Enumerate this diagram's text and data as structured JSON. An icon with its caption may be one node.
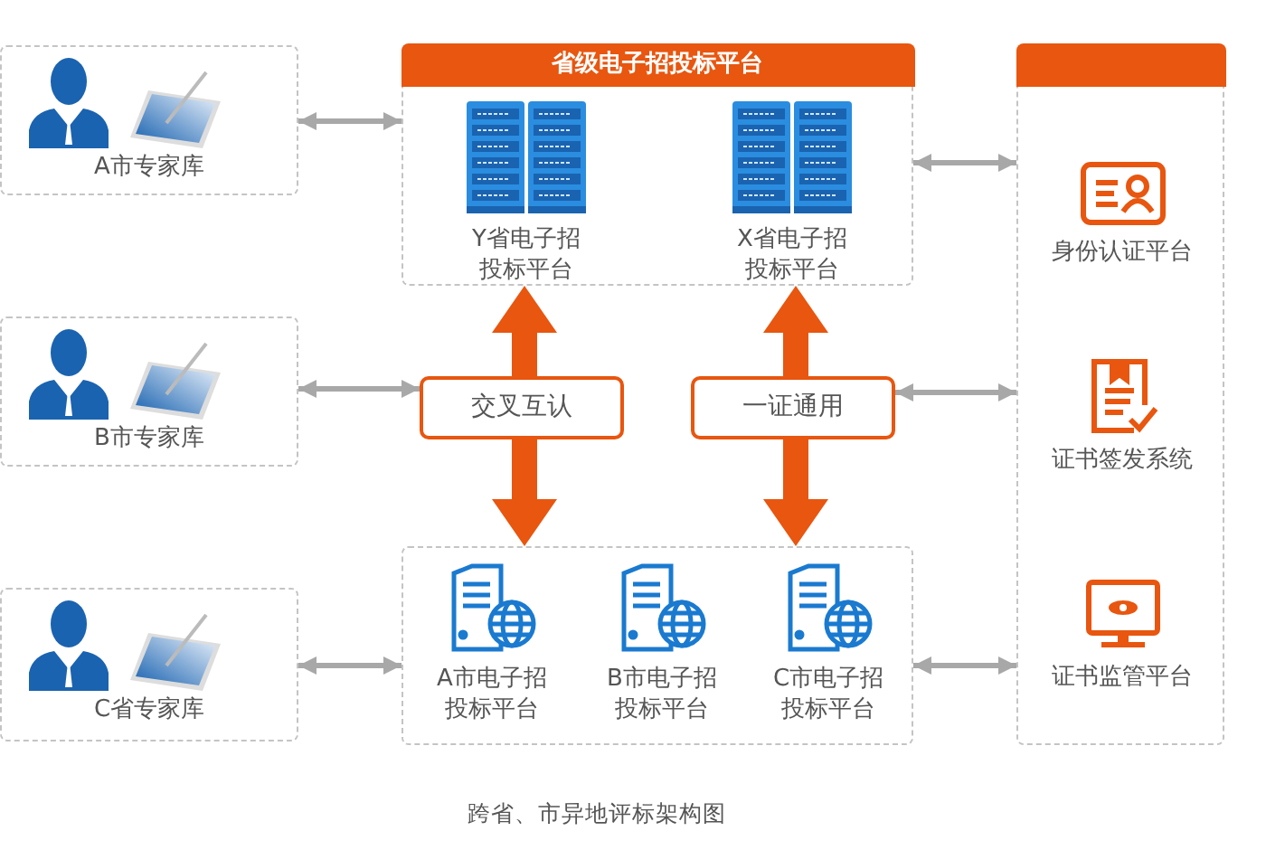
{
  "diagram": {
    "caption": "跨省、市异地评标架构图",
    "nodes": [
      {
        "text": [
          "A市专家库"
        ]
      },
      {
        "text": [
          "B市专家库"
        ]
      },
      {
        "text": [
          "C省专家库"
        ]
      },
      {
        "text": [
          "省级电子招投标平台"
        ]
      },
      {
        "text": [
          "Y省电子招投标平台"
        ],
        "in": 3
      },
      {
        "text": [
          "X省电子招投标平台"
        ],
        "in": 3
      },
      {
        "text": [
          "交叉互认"
        ]
      },
      {
        "text": [
          "一证通用"
        ]
      },
      {
        "text": [],
        "shape": "box"
      },
      {
        "text": [
          "A市电子招投标平台"
        ],
        "in": 8
      },
      {
        "text": [
          "B市电子招投标平台"
        ],
        "in": 8
      },
      {
        "text": [
          "C市电子招投标平台"
        ],
        "in": 8
      },
      {
        "text": [],
        "shape": "box"
      },
      {
        "text": [
          "身份认证平台"
        ],
        "in": 12
      },
      {
        "text": [
          "证书签发系统"
        ],
        "in": 12
      },
      {
        "text": [
          "证书监管平台"
        ],
        "in": 12
      }
    ],
    "edges": [
      {
        "from": 0,
        "to": 3,
        "arrow": "both"
      },
      {
        "from": 1,
        "to": 6,
        "arrow": "both"
      },
      {
        "from": 2,
        "to": 8,
        "arrow": "both"
      },
      {
        "from": 3,
        "to": 12,
        "arrow": "both"
      },
      {
        "from": 7,
        "to": 12,
        "arrow": "both"
      },
      {
        "from": 8,
        "to": 12,
        "arrow": "both"
      },
      {
        "from": 6,
        "to": 3,
        "arrow": "to",
        "style": "thick",
        "color": "#e8560f"
      },
      {
        "from": 6,
        "to": 8,
        "arrow": "to",
        "style": "thick",
        "color": "#e8560f"
      },
      {
        "from": 7,
        "to": 3,
        "arrow": "to",
        "style": "thick",
        "color": "#e8560f"
      },
      {
        "from": 7,
        "to": 8,
        "arrow": "to",
        "style": "thick",
        "color": "#e8560f"
      }
    ]
  }
}
